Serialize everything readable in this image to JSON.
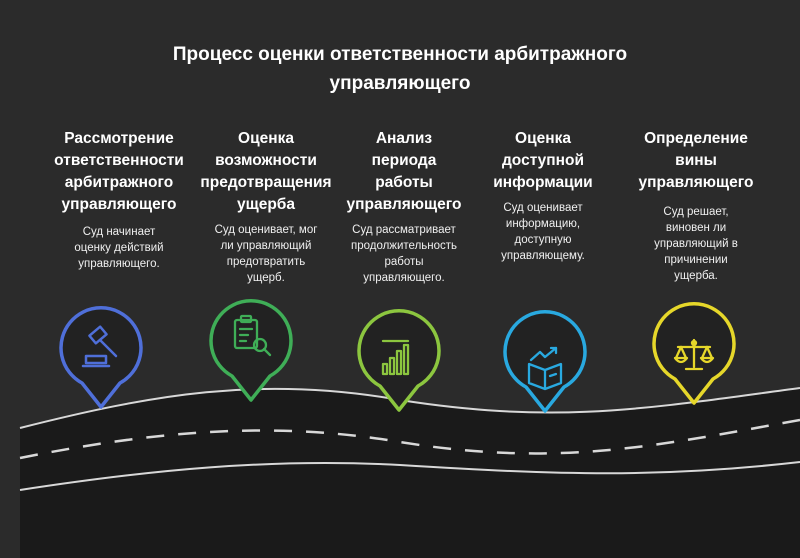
{
  "title": {
    "line1": "Процесс оценки ответственности арбитражного",
    "line2": "управляющего"
  },
  "steps": [
    {
      "heading": "Рассмотрение\nответственности\nарбитражного\nуправляющего",
      "description": "Суд начинает\nоценку действий\nуправляющего.",
      "icon": "gavel-icon",
      "color": "#4f6fd9"
    },
    {
      "heading": "Оценка\nвозможности\nпредотвращения\nущерба",
      "description": "Суд оценивает, мог\nли управляющий\nпредотвратить\nущерб.",
      "icon": "document-search-icon",
      "color": "#3fae57"
    },
    {
      "heading": "Анализ\nпериода\nработы\nуправляющего",
      "description": "Суд рассматривает\nпродолжительность\nработы\nуправляющего.",
      "icon": "bar-chart-icon",
      "color": "#8cc63f"
    },
    {
      "heading": "Оценка\nдоступной\nинформации",
      "description": "Суд оценивает\nинформацию,\nдоступную\nуправляющему.",
      "icon": "book-growth-icon",
      "color": "#29a9e0"
    },
    {
      "heading": "Определение\nвины\nуправляющего",
      "description": "Суд решает,\nвиновен ли\nуправляющий в\nпричинении\nущерба.",
      "icon": "scales-icon",
      "color": "#e6d72a"
    }
  ]
}
